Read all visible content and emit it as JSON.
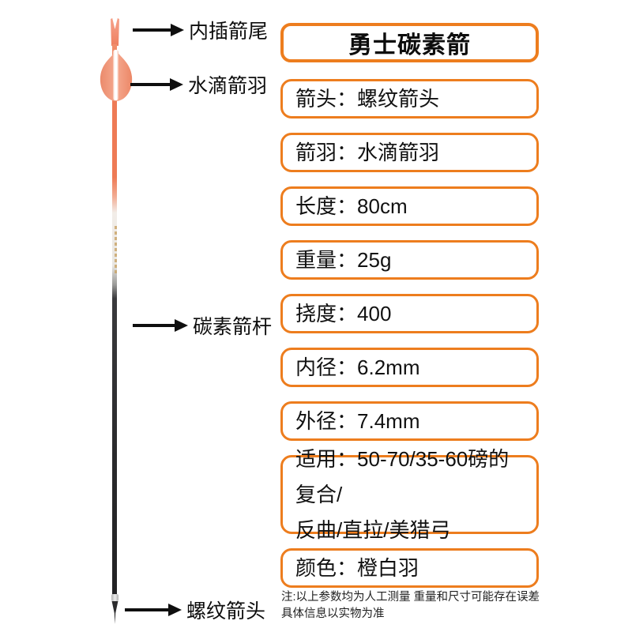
{
  "title": {
    "text": "勇士碳素箭"
  },
  "callouts": [
    {
      "label": "内插箭尾"
    },
    {
      "label": "水滴箭羽"
    },
    {
      "label": "碳素箭杆"
    },
    {
      "label": "螺纹箭头"
    }
  ],
  "specs": {
    "separator": "：",
    "rows": [
      {
        "label": "箭头",
        "value": "螺纹箭头"
      },
      {
        "label": "箭羽",
        "value": "水滴箭羽"
      },
      {
        "label": "长度",
        "value": "80cm"
      },
      {
        "label": "重量",
        "value": "25g"
      },
      {
        "label": "挠度",
        "value": "400"
      },
      {
        "label": "内径",
        "value": "6.2mm"
      },
      {
        "label": "外径",
        "value": "7.4mm"
      },
      {
        "label": "适用",
        "value": "50-70/35-60磅的复合/\n反曲/直拉/美猎弓"
      },
      {
        "label": "颜色",
        "value": "橙白羽"
      }
    ]
  },
  "note": {
    "text": "注:以上参数均为人工测量 重量和尺寸可能存在误差\n具体信息以实物为准"
  },
  "colors": {
    "accent_orange": "#ed7d1e",
    "vane_orange": "#f0a088",
    "shaft_orange": "#ee7a55",
    "shaft_dark": "#2a2a2c",
    "text": "#111111"
  }
}
